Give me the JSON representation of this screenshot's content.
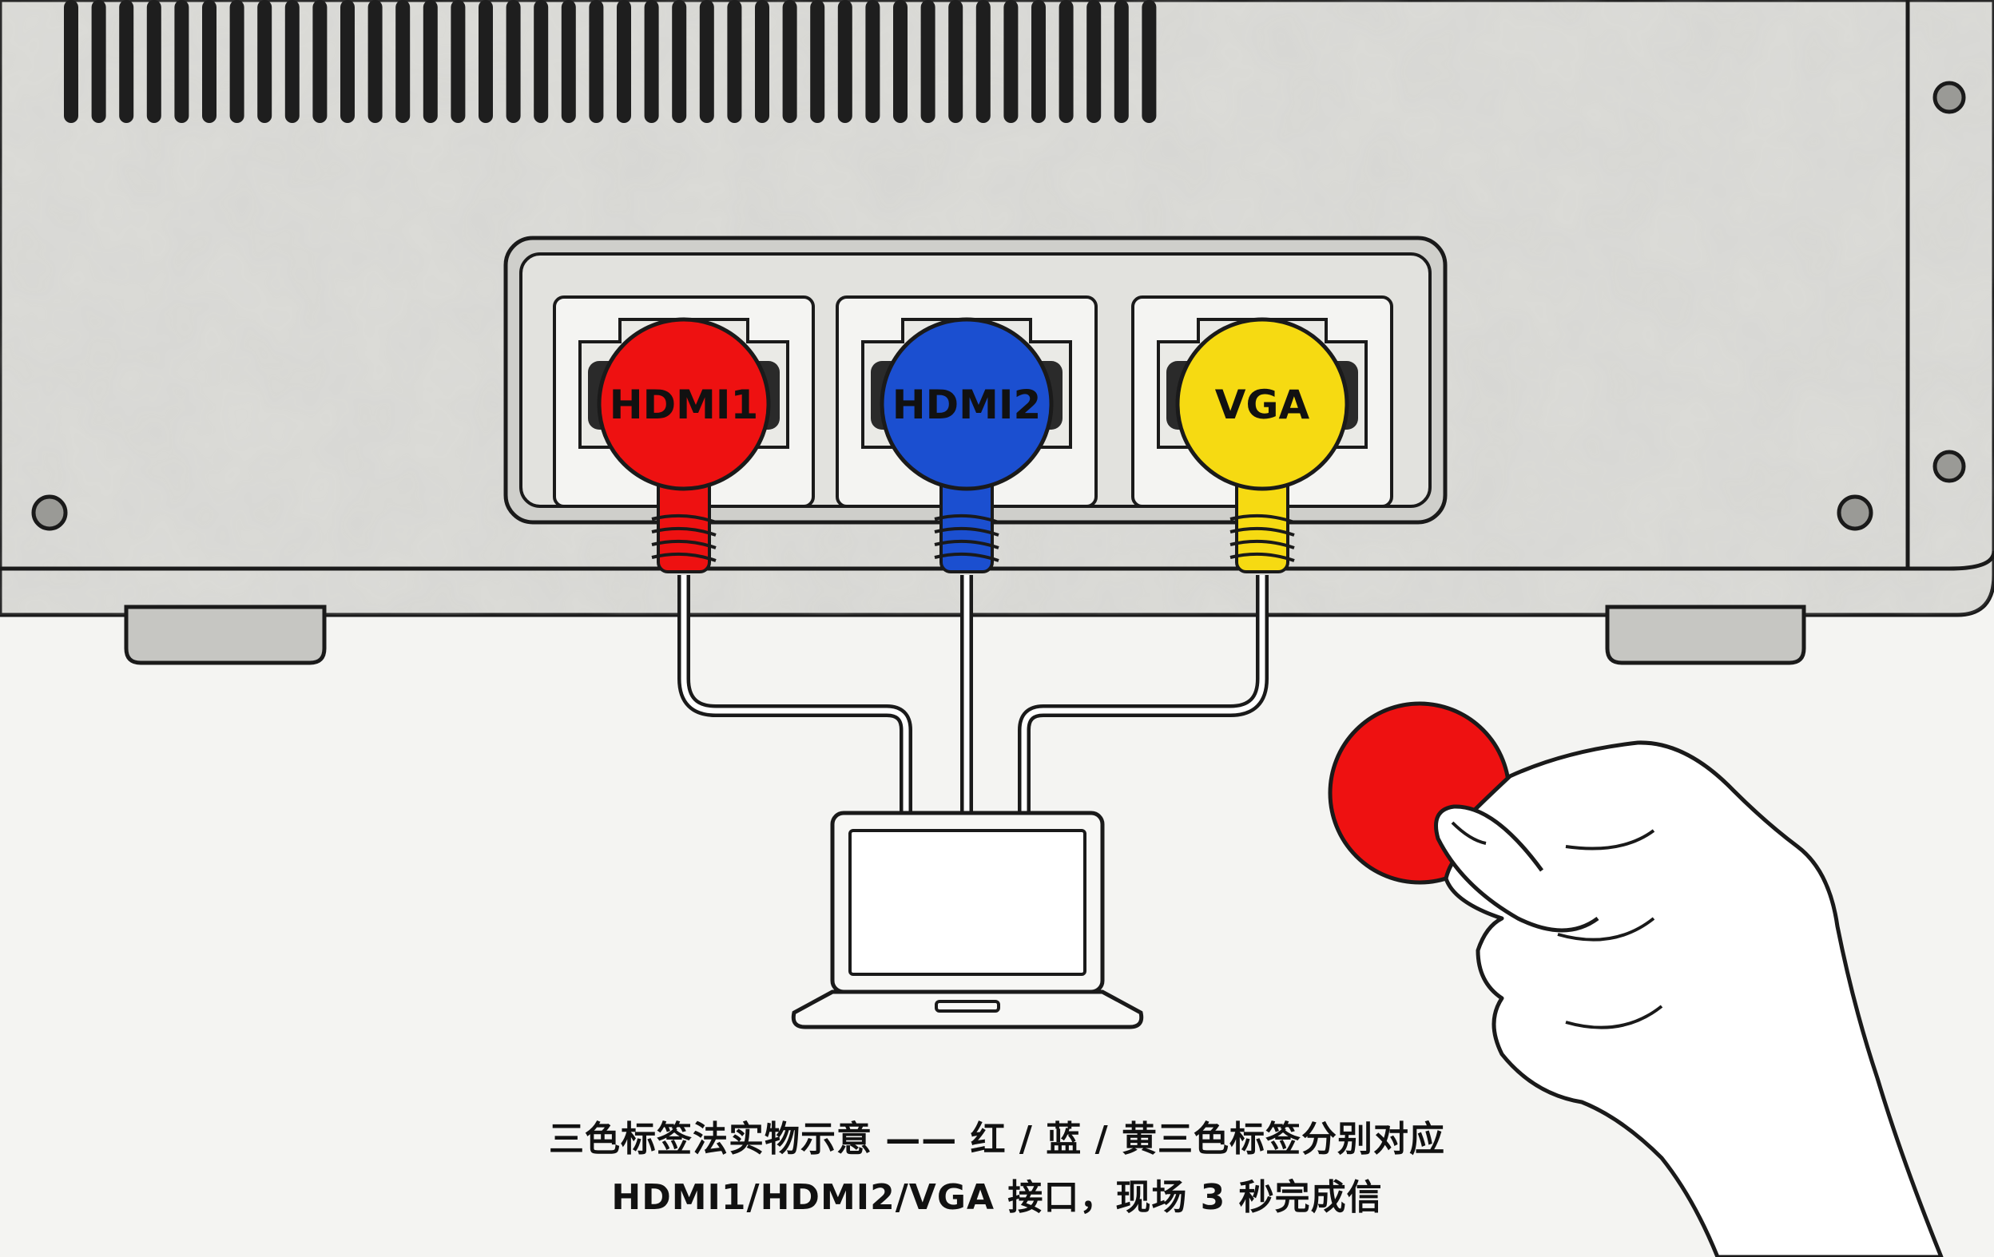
{
  "ports": [
    {
      "label": "HDMI1",
      "color": "#ee1111",
      "text_color": "#111111"
    },
    {
      "label": "HDMI2",
      "color": "#1b4fd0",
      "text_color": "#111111"
    },
    {
      "label": "VGA",
      "color": "#f6da12",
      "text_color": "#111111"
    }
  ],
  "held_sticker": {
    "color": "#ee1111"
  },
  "caption": {
    "line1": "三色标签法实物示意 —— 红 / 蓝 / 黄三色标签分别对应",
    "line2": "HDMI1/HDMI2/VGA 接口，现场 3 秒完成信"
  },
  "colors": {
    "panel": "#dcdcd8",
    "outline": "#1a1a1a",
    "background": "#f4f4f2"
  }
}
